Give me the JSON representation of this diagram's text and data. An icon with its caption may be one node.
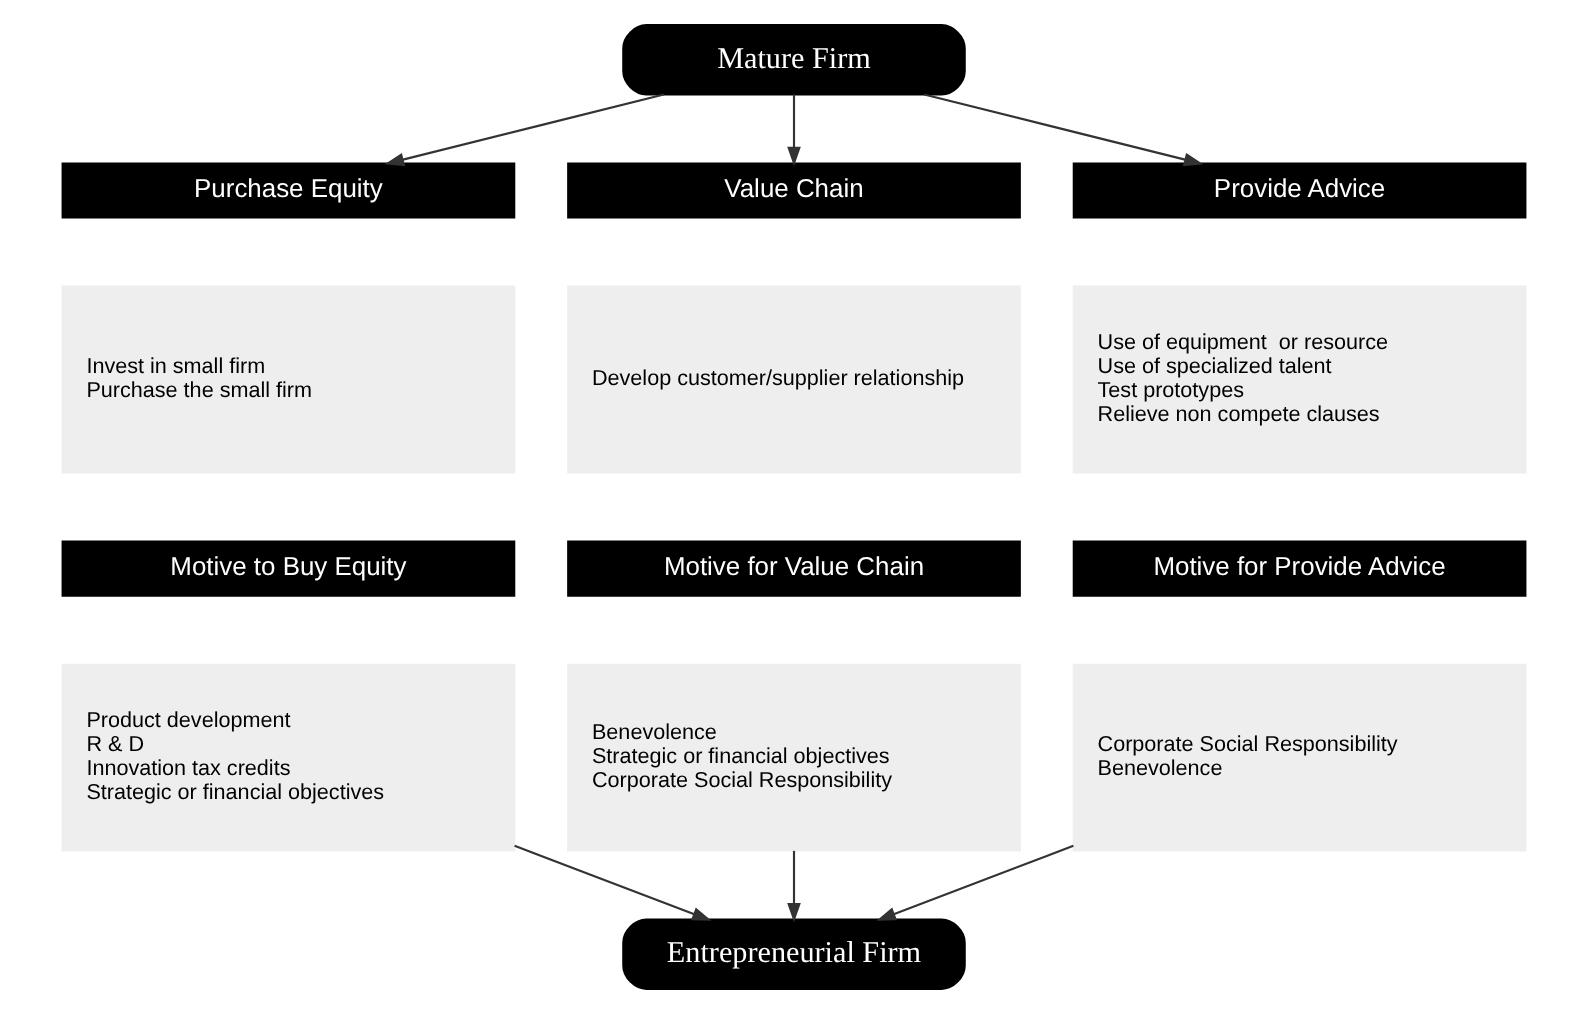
{
  "diagram": {
    "nodes": [
      {
        "text": [
          "Mature Firm"
        ]
      },
      {
        "text": [
          "Purchase Equity"
        ]
      },
      {
        "text": [
          "Invest in small firm",
          "Purchase the small firm"
        ]
      },
      {
        "text": [
          "Motive to Buy Equity"
        ]
      },
      {
        "text": [
          "Product development",
          "R & D",
          "Innovation tax credits",
          "Strategic or financial objectives"
        ]
      },
      {
        "text": [
          "Value Chain"
        ]
      },
      {
        "text": [
          "Develop customer/supplier relationship"
        ]
      },
      {
        "text": [
          "Motive for Value Chain"
        ]
      },
      {
        "text": [
          "Benevolence",
          "Strategic or financial objectives",
          "Corporate Social Responsibility"
        ]
      },
      {
        "text": [
          "Provide Advice"
        ]
      },
      {
        "text": [
          "Use of equipment  or resource",
          "Use of specialized talent",
          "Test prototypes",
          "Relieve non compete clauses"
        ]
      },
      {
        "text": [
          "Motive for Provide Advice"
        ]
      },
      {
        "text": [
          "Corporate Social Responsibility",
          "Benevolence"
        ]
      },
      {
        "text": [
          "Entrepreneurial Firm"
        ]
      }
    ],
    "edges": [
      {
        "from": 0,
        "to": 1,
        "arrow": "to"
      },
      {
        "from": 0,
        "to": 5,
        "arrow": "to"
      },
      {
        "from": 0,
        "to": 9,
        "arrow": "to"
      },
      {
        "from": 4,
        "to": 13,
        "arrow": "to"
      },
      {
        "from": 8,
        "to": 13,
        "arrow": "to"
      },
      {
        "from": 12,
        "to": 13,
        "arrow": "to"
      }
    ]
  }
}
